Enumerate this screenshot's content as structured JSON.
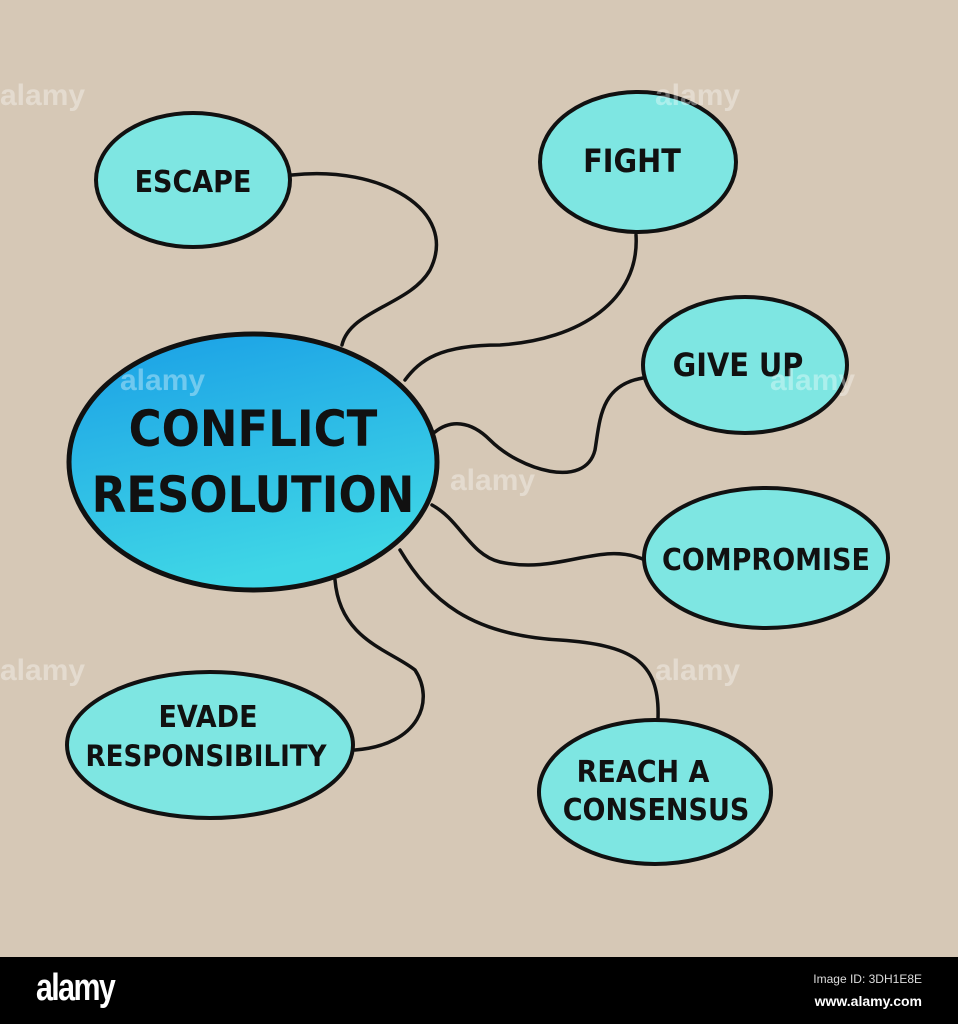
{
  "diagram": {
    "center": {
      "line1": "CONFLICT",
      "line2": "RESOLUTION"
    },
    "nodes": [
      {
        "id": "escape",
        "lines": [
          "ESCAPE"
        ]
      },
      {
        "id": "fight",
        "lines": [
          "FIGHT"
        ]
      },
      {
        "id": "give-up",
        "lines": [
          "GIVE UP"
        ]
      },
      {
        "id": "compromise",
        "lines": [
          "COMPROMISE"
        ]
      },
      {
        "id": "reach-consensus",
        "lines": [
          "REACH A",
          "CONSENSUS"
        ]
      },
      {
        "id": "evade-responsibility",
        "lines": [
          "EVADE",
          "RESPONSIBILITY"
        ]
      }
    ],
    "colors": {
      "paper": "#d6c8b6",
      "node_fill": "#7ee6e2",
      "center_top": "#1a9fe6",
      "center_bottom": "#3fd6e6",
      "ink": "#111111"
    }
  },
  "watermark": "alamy",
  "footer": {
    "logo": "alamy",
    "image_id": "Image ID: 3DH1E8E",
    "website": "www.alamy.com"
  }
}
